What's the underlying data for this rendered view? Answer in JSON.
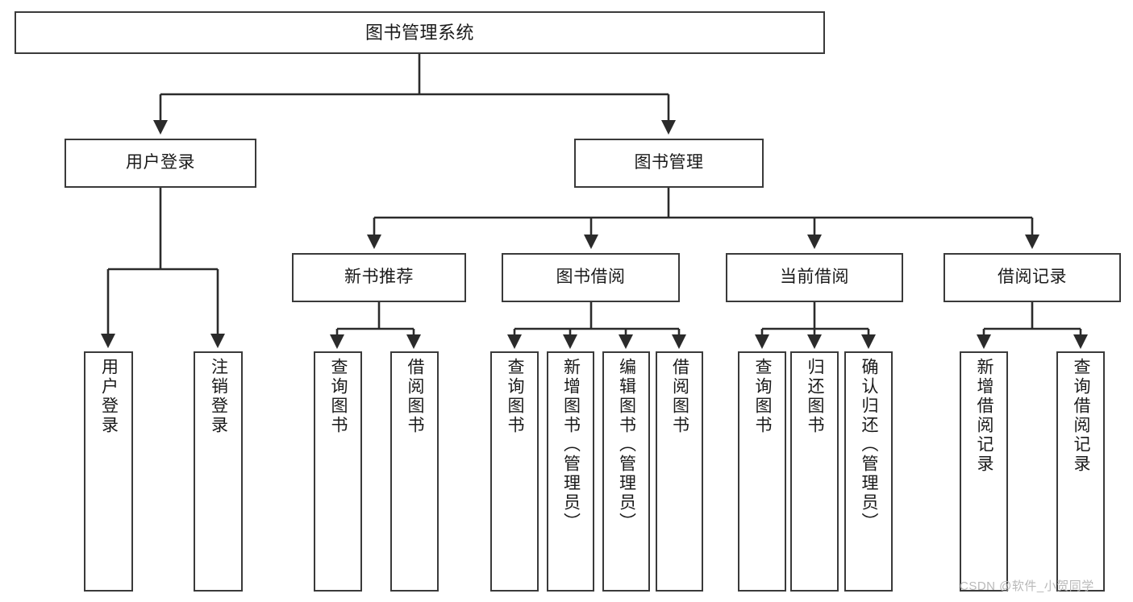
{
  "diagram": {
    "title": "图书管理系统",
    "type": "hierarchy-tree",
    "watermark": "CSDN @软件_小贺同学",
    "colors": {
      "background": "#ffffff",
      "box_border": "#3a3a3a",
      "box_fill": "#ffffff",
      "text": "#1a1a1a",
      "connector": "#2b2b2b",
      "watermark": "#b9b9b9"
    },
    "nodes": {
      "root": {
        "label": "图书管理系统"
      },
      "level2": [
        {
          "label": "用户登录"
        },
        {
          "label": "图书管理"
        }
      ],
      "level3": [
        {
          "label": "新书推荐"
        },
        {
          "label": "图书借阅"
        },
        {
          "label": "当前借阅"
        },
        {
          "label": "借阅记录"
        }
      ],
      "leaves": {
        "user_login": [
          {
            "label": "用户登录"
          },
          {
            "label": "注销登录"
          }
        ],
        "new_book_recommend": [
          {
            "label": "查询图书"
          },
          {
            "label": "借阅图书"
          }
        ],
        "book_borrow": [
          {
            "label": "查询图书"
          },
          {
            "label": "新增图书（管理员）"
          },
          {
            "label": "编辑图书（管理员）"
          },
          {
            "label": "借阅图书"
          }
        ],
        "current_borrow": [
          {
            "label": "查询图书"
          },
          {
            "label": "归还图书"
          },
          {
            "label": "确认归还（管理员）"
          }
        ],
        "borrow_record": [
          {
            "label": "新增借阅记录"
          },
          {
            "label": "查询借阅记录"
          }
        ]
      }
    }
  }
}
